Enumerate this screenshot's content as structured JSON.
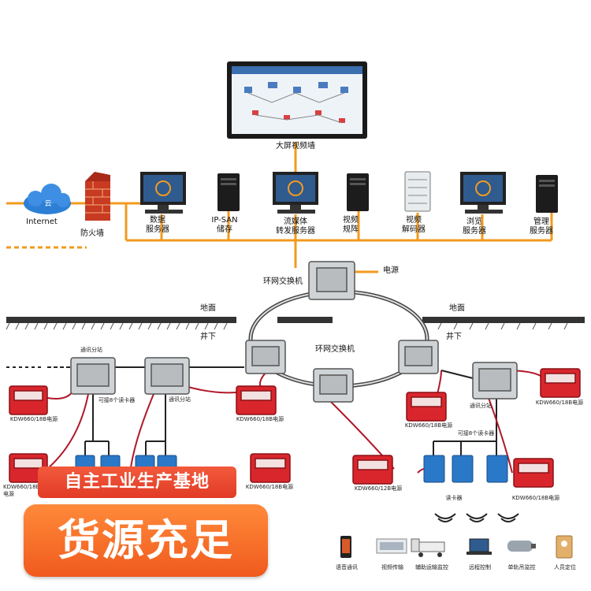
{
  "top": {
    "video_wall": "大屏视频墙",
    "internet": "Internet",
    "cloud": "云",
    "firewall": "防火墙",
    "servers": [
      {
        "label": "数据\n服务器"
      },
      {
        "label": "IP-SAN\n储存"
      },
      {
        "label": "流媒体\n转发服务器"
      },
      {
        "label": "视频\n规阵"
      },
      {
        "label": "视频\n解码器"
      },
      {
        "label": "浏览\n服务器"
      },
      {
        "label": "管理\n服务器"
      }
    ]
  },
  "network": {
    "ring_switch_top": "环网交换机",
    "power": "电源",
    "ring_switch_center": "环网交换机",
    "ground_left": "地面",
    "ground_right": "地面",
    "underground_left": "井下",
    "underground_right": "井下"
  },
  "underground": {
    "comm_station_1": "通讯分站",
    "comm_station_2": "通讯分站",
    "comm_station_3": "通讯分站",
    "reader_note_left": "可接8个读卡器",
    "reader_note_right": "可接8个读卡器",
    "psu_1": "KDW660/18B电源",
    "psu_2": "KDW660/18B电源",
    "psu_3": "KDW660/18B电源",
    "psu_4": "KDW660/18B电源",
    "psu_5": "KDW660/12B电源",
    "psu_6": "KDW660/18B电源",
    "psu_7": "KDW660/18B电源",
    "psu_8": "KDW660/18B电源",
    "reader_label": "读卡器"
  },
  "apps": [
    {
      "label": "语音通讯",
      "icon": "phone-icon"
    },
    {
      "label": "视频传输",
      "icon": "truck-icon"
    },
    {
      "label": "辅助运输监控",
      "icon": "vehicle-icon"
    },
    {
      "label": "远程控制",
      "icon": "laptop-icon"
    },
    {
      "label": "单轨吊监控",
      "icon": "camera-icon"
    },
    {
      "label": "人员定位",
      "icon": "tag-icon"
    }
  ],
  "overlay": {
    "banner_top": "自主工业生产基地",
    "banner_bottom": "货源充足"
  },
  "colors": {
    "orange_line": "#f29a1e",
    "red_device": "#d8262c",
    "blue_reader": "#2a78c8",
    "banner": "#e84a2c"
  }
}
